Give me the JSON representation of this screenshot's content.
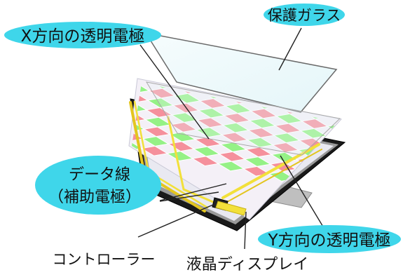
{
  "labels": {
    "protective_glass": "保護ガラス",
    "x_electrode": "X方向の透明電極",
    "data_line_1": "データ線",
    "data_line_2": "（補助電極）",
    "y_electrode": "Y方向の透明電極",
    "controller": "コントローラー",
    "lcd": "液晶ディスプレイ"
  },
  "colors": {
    "bubble": "#3fd6ea",
    "pattern_red": "#f48a97",
    "pattern_green": "#8ff07f",
    "wire_yellow": "#f2e03a",
    "frame_black": "#111111",
    "glass": "#dff4f7"
  }
}
